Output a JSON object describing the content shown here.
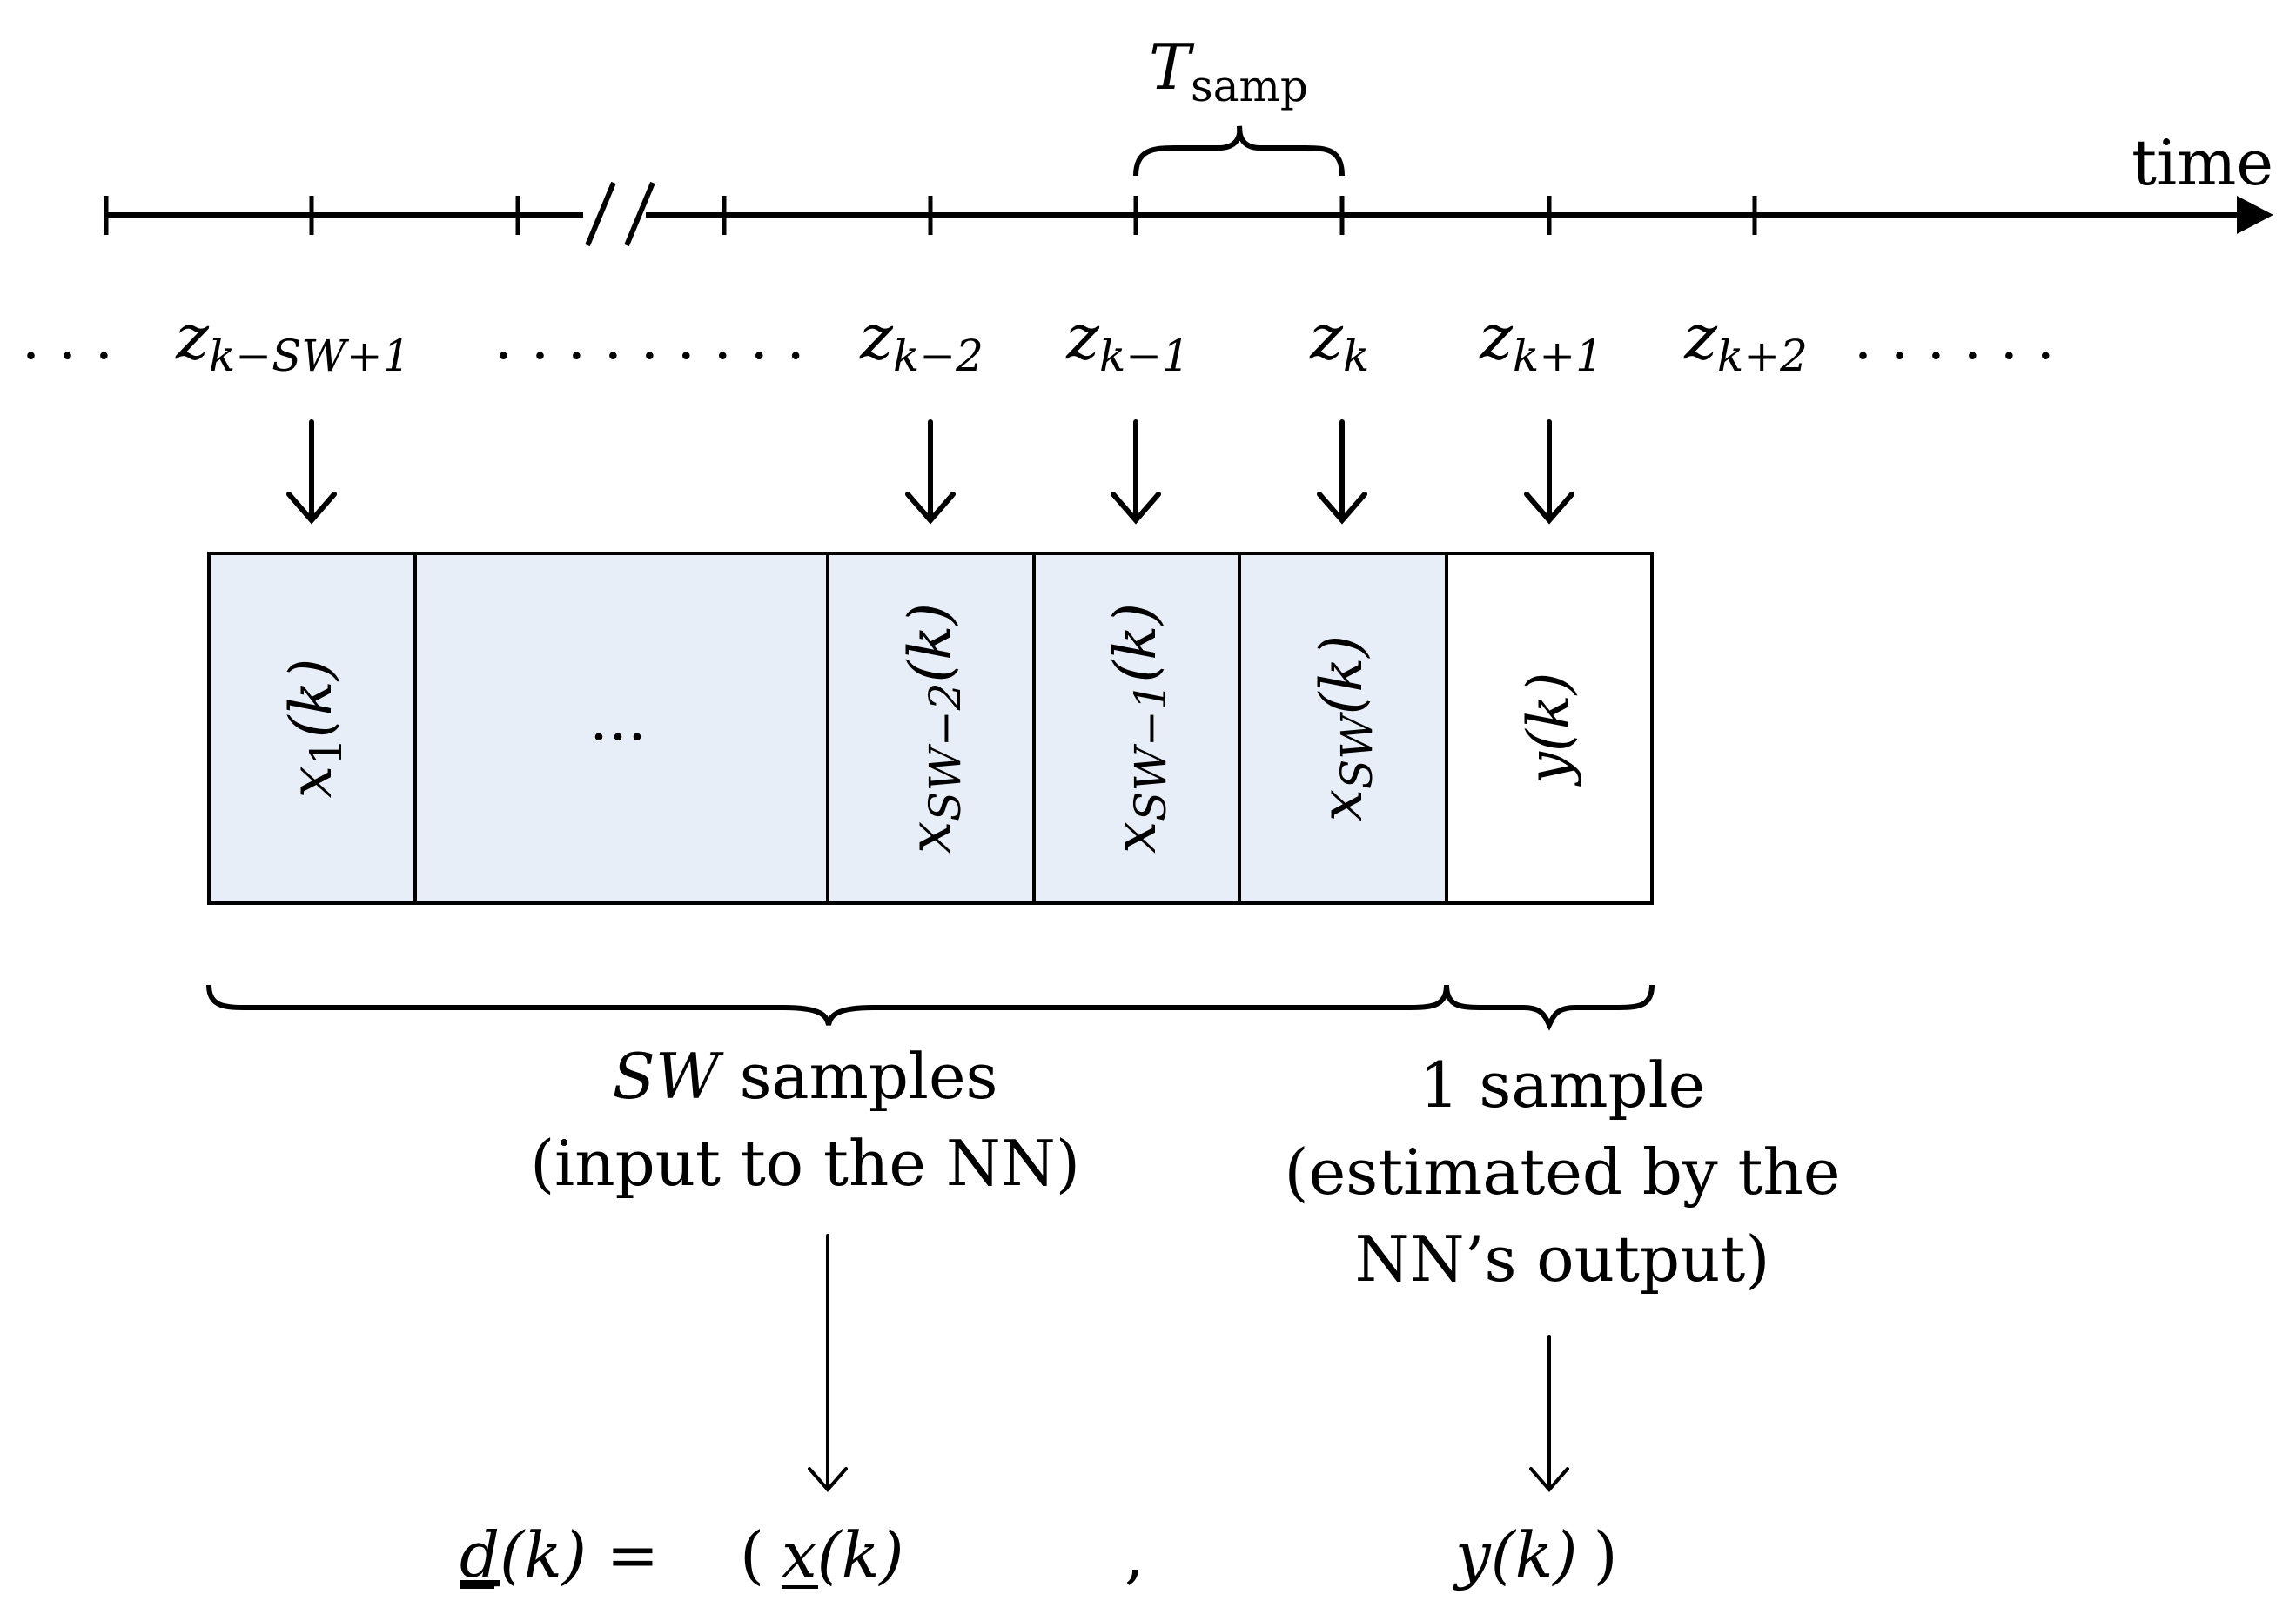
{
  "timeline": {
    "axis_label": "time",
    "period_main": "T",
    "period_sub": "samp",
    "left_dots": ". . .",
    "mid_dots": ". . . . . . . . .",
    "right_dots": ". . . . . ."
  },
  "samples": [
    {
      "main": "z",
      "sub": "k−SW+1"
    },
    {
      "main": "z",
      "sub": "k−2"
    },
    {
      "main": "z",
      "sub": "k−1"
    },
    {
      "main": "z",
      "sub": "k"
    },
    {
      "main": "z",
      "sub": "k+1"
    },
    {
      "main": "z",
      "sub": "k+2"
    }
  ],
  "cells": [
    {
      "main": "x",
      "sub": "1",
      "arg": "(k)"
    },
    {
      "ellipsis": "…"
    },
    {
      "main": "x",
      "sub": "SW−2",
      "arg": "(k)"
    },
    {
      "main": "x",
      "sub": "SW−1",
      "arg": "(k)"
    },
    {
      "main": "x",
      "sub": "SW",
      "arg": "(k)"
    },
    {
      "main": "y",
      "arg": "(k)"
    }
  ],
  "groups": {
    "input": {
      "sw": "SW",
      "line1_rest": " samples",
      "line2": "(input to the NN)"
    },
    "output": {
      "line1": "1 sample",
      "line2": "(estimated by the",
      "line3": "NN’s output)"
    }
  },
  "equation": {
    "d": "d",
    "d_arg": "(k) =",
    "open": "(",
    "x": "x",
    "x_arg": "(k)",
    "comma": ",",
    "y": "y",
    "y_arg": "(k)",
    "close": ")"
  },
  "colors": {
    "input_fill": "#e8eef8",
    "output_fill": "#ffffff",
    "stroke": "#000000"
  }
}
